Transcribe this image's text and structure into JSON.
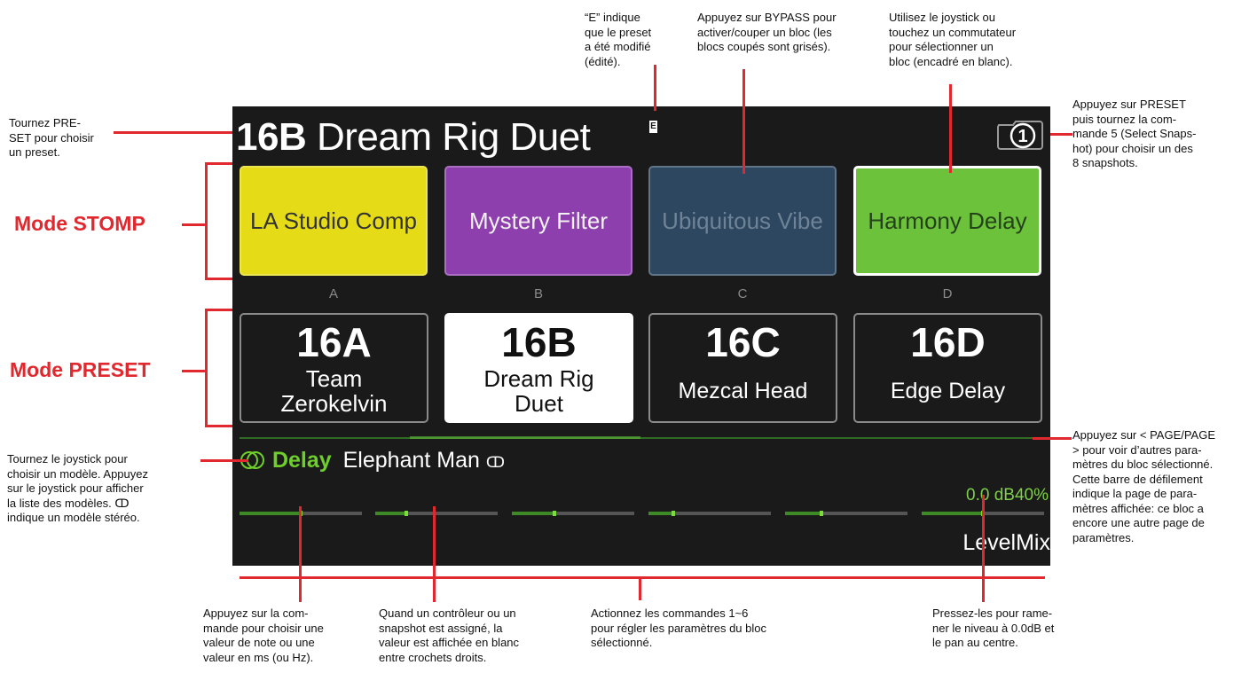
{
  "screen": {
    "title": {
      "number": "16B",
      "name": "Dream Rig Duet",
      "edited_marker": "E"
    },
    "snapshot": "1",
    "stomps": [
      {
        "label": "LA Studio Comp",
        "color": "#e5dc17",
        "text_color": "#333333",
        "bypassed": false,
        "selected": false
      },
      {
        "label": "Mystery Filter",
        "color": "#8e3fae",
        "text_color": "#f2f2f2",
        "bypassed": false,
        "selected": false
      },
      {
        "label": "Ubiquitous Vibe",
        "color": "#2d4761",
        "text_color": "#6f8396",
        "bypassed": true,
        "selected": false
      },
      {
        "label": "Harmony Delay",
        "color": "#6cc23a",
        "text_color": "#24421a",
        "bypassed": false,
        "selected": true
      }
    ],
    "letters": [
      "A",
      "B",
      "C",
      "D"
    ],
    "presets": [
      {
        "number": "16A",
        "name": "Team Zerokelvin",
        "selected": false
      },
      {
        "number": "16B",
        "name": "Dream Rig Duet",
        "selected": true
      },
      {
        "number": "16C",
        "name": "Mezcal Head",
        "selected": false
      },
      {
        "number": "16D",
        "name": "Edge Delay",
        "selected": false
      }
    ],
    "model": {
      "category": "Delay",
      "name": "Elephant Man",
      "stereo_glyph": "ↀ"
    },
    "params": [
      {
        "level": 0.5
      },
      {
        "level": 0.25
      },
      {
        "level": 0.35
      },
      {
        "level": 0.2
      },
      {
        "level": 0.3
      },
      {
        "level": 0.5
      }
    ],
    "value_text": "0.0 dB40%",
    "param_labels": "LevelMix",
    "accent_color": "#6fcf2a"
  },
  "modes": {
    "stomp": "Mode STOMP",
    "preset": "Mode PRESET"
  },
  "notes": {
    "preset_knob": [
      "Tournez PRE-",
      "SET pour choisir",
      "un preset."
    ],
    "edited": [
      "“E” indique",
      "que le preset",
      "a été modifié",
      "(édité)."
    ],
    "bypass": [
      "Appuyez sur BYPASS pour",
      "activer/couper un bloc (les",
      "blocs coupés sont grisés)."
    ],
    "joystick_select": [
      "Utilisez le joystick ou",
      "touchez un commutateur",
      "pour sélectionner un",
      "bloc (encadré en blanc)."
    ],
    "snapshot": [
      "Appuyez sur PRESET",
      "puis tournez la com-",
      "mande 5 (Select Snaps-",
      "hot) pour choisir un des",
      "8 snapshots."
    ],
    "model": [
      "Tournez le joystick pour",
      "choisir un modèle. Appuyez",
      "sur le joystick pour afficher",
      "la liste des modèles. ↀ",
      "indique un modèle stéréo."
    ],
    "page": [
      "Appuyez sur < PAGE/PAGE",
      "> pour voir d’autres para-",
      "mètres du bloc sélectionné.",
      "Cette barre de défilement",
      "indique la page de para-",
      "mètres affichée: ce bloc a",
      "encore une autre page de",
      "paramètres."
    ],
    "knob_press": [
      "Appuyez sur la com-",
      "mande pour choisir une",
      "valeur de note ou une",
      "valeur en ms (ou Hz)."
    ],
    "assigned": [
      "Quand un contrôleur ou un",
      "snapshot est assigné, la",
      "valeur est affichée en blanc",
      "entre crochets droits."
    ],
    "knobs16": [
      "Actionnez les commandes 1~6",
      "pour régler les paramètres du bloc",
      "sélectionné."
    ],
    "reset": [
      "Pressez-les pour rame-",
      "ner le niveau à 0.0dB et",
      "le pan au centre."
    ]
  }
}
